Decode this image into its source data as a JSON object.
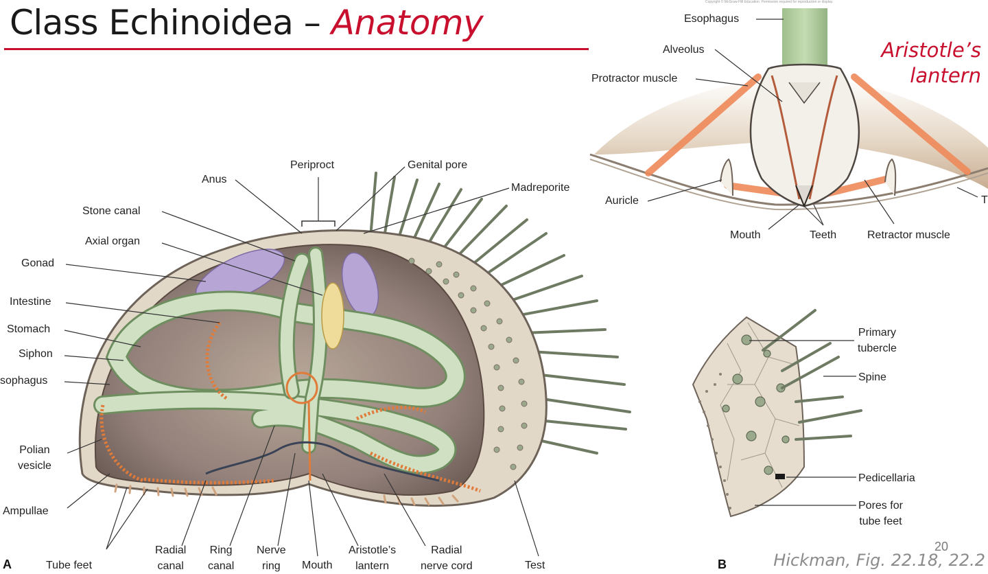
{
  "slide": {
    "title_main": "Class Echinoidea – ",
    "title_accent": "Anatomy",
    "accent_color": "#c8102e",
    "caption": "Aristotle’s lantern",
    "citation": "Hickman, Fig. 22.18, 22.2",
    "page_number": "20",
    "copyright": "Copyright © McGraw-Hill Education. Permission required for reproduction or display."
  },
  "panel_labels": {
    "a": "A",
    "b": "B"
  },
  "labels_a": {
    "periproct": "Periproct",
    "genital_pore": "Genital pore",
    "anus": "Anus",
    "madreporite": "Madreporite",
    "stone_canal": "Stone canal",
    "axial_organ": "Axial organ",
    "gonad": "Gonad",
    "intestine": "Intestine",
    "stomach": "Stomach",
    "siphon": "Siphon",
    "esophagus": "sophagus",
    "polian_vesicle": "Polian\nvesicle",
    "ampullae": "Ampullae",
    "tube_feet": "Tube feet",
    "radial_canal": "Radial\ncanal",
    "ring_canal": "Ring\ncanal",
    "nerve_ring": "Nerve\nring",
    "mouth": "Mouth",
    "aristotles_lantern": "Aristotle’s\nlantern",
    "radial_nerve_cord": "Radial\nnerve cord",
    "test": "Test"
  },
  "labels_lantern": {
    "esophagus": "Esophagus",
    "alveolus": "Alveolus",
    "protractor_muscle": "Protractor muscle",
    "auricle": "Auricle",
    "mouth": "Mouth",
    "teeth": "Teeth",
    "retractor_muscle": "Retractor muscle",
    "edge_t": "T"
  },
  "labels_b": {
    "primary_tubercle": "Primary\ntubercle",
    "spine": "Spine",
    "pedicellaria": "Pedicellaria",
    "pores": "Pores for\ntube feet"
  },
  "colors": {
    "gonad": "#b7a5d6",
    "gut": "#cfe0c3",
    "water_vascular": "#e07b39",
    "muscle": "#ef8a5a",
    "lantern": "#f3f0ea",
    "test": "#e6ddcf",
    "shadow": "#a8978a"
  }
}
